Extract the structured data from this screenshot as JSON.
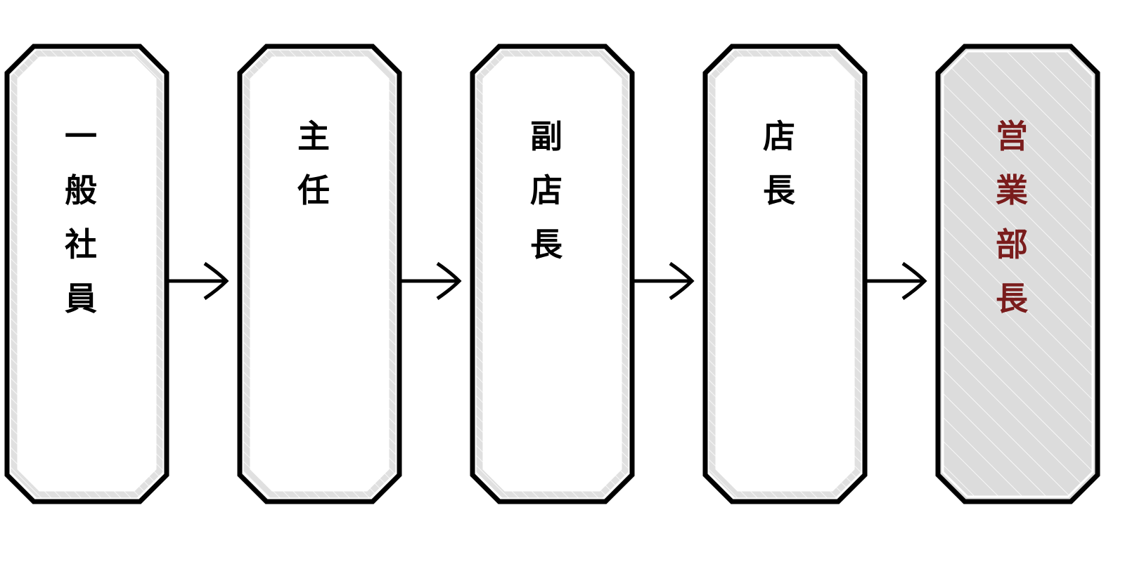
{
  "flow": {
    "direction": "left-to-right",
    "stages": [
      {
        "label": "一般社員",
        "highlighted": false
      },
      {
        "label": "主任",
        "highlighted": false
      },
      {
        "label": "副店長",
        "highlighted": false
      },
      {
        "label": "店長",
        "highlighted": false
      },
      {
        "label": "営業部長",
        "highlighted": true
      }
    ],
    "connector": "arrow-right-icon"
  },
  "colors": {
    "border": "#000000",
    "inner_band": "#e0e0e0",
    "box_fill": "#ffffff",
    "highlight_fill": "#dcdcdc",
    "text": "#000000",
    "highlight_text": "#7a1c1c"
  }
}
